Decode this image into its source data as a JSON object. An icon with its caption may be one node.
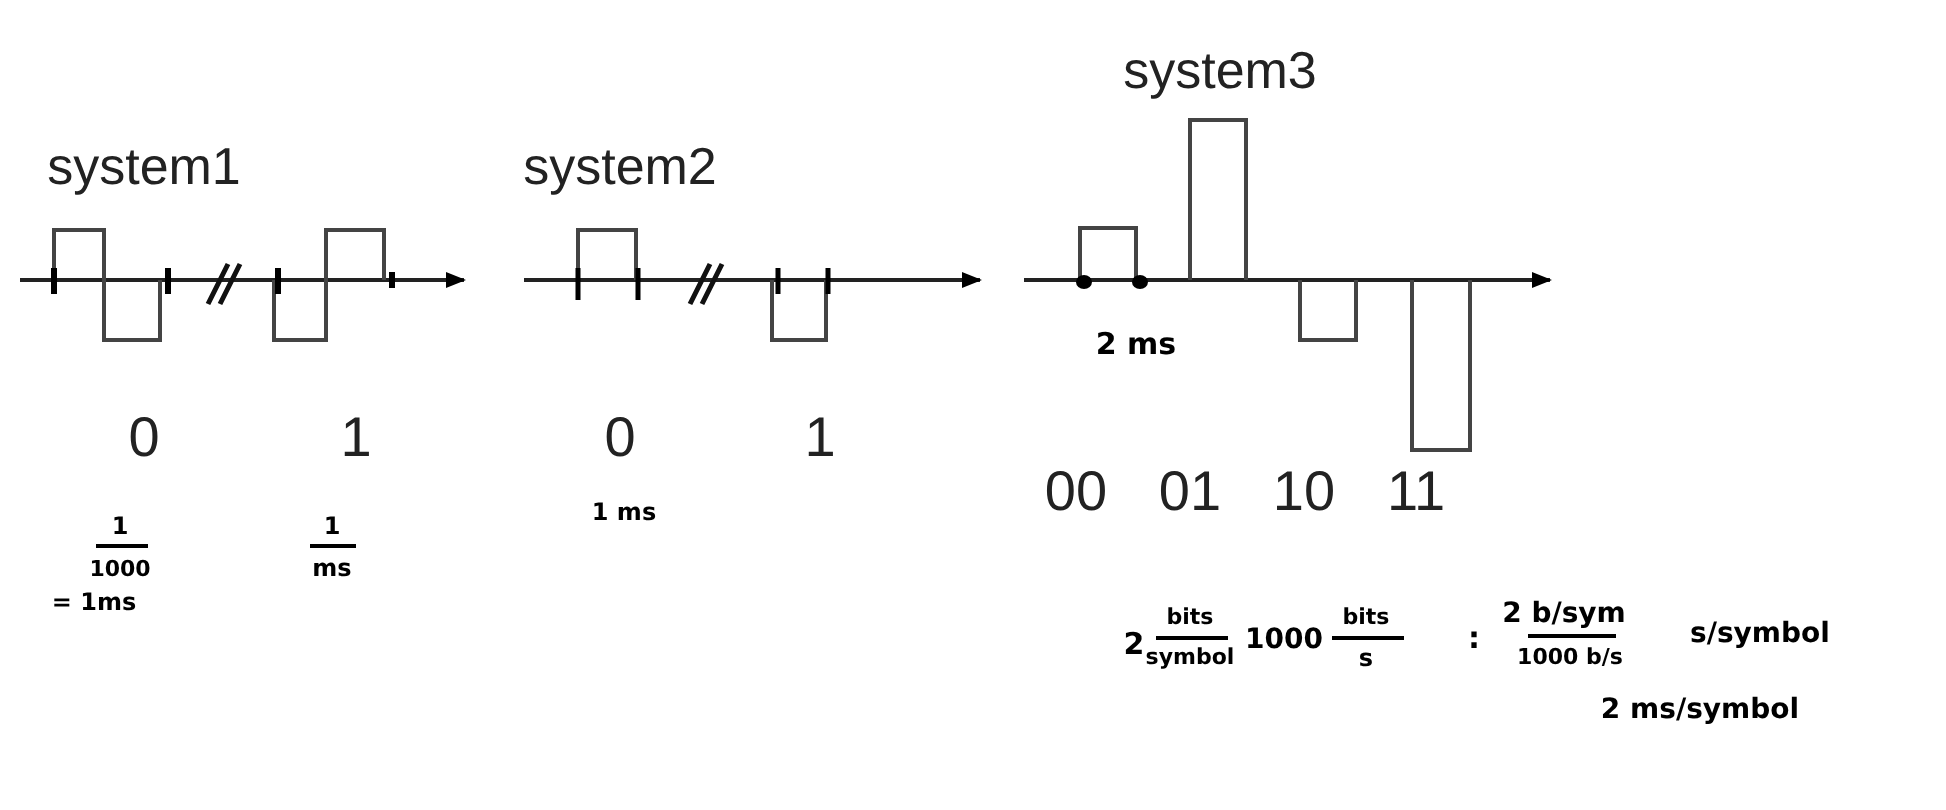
{
  "diagram": {
    "labels": [
      "system3",
      "system1",
      "system2",
      "2 ms",
      "0",
      "1",
      "0",
      "1",
      "00",
      "01",
      "10",
      "11",
      "1",
      "1000",
      "1",
      "ms",
      "1 ms",
      "= 1ms",
      "2",
      "bits",
      "symbol",
      "1000",
      "bits",
      "s",
      ":",
      "2 b/sym",
      "1000 b/s",
      "s/symbol",
      "2 ms/symbol"
    ]
  }
}
